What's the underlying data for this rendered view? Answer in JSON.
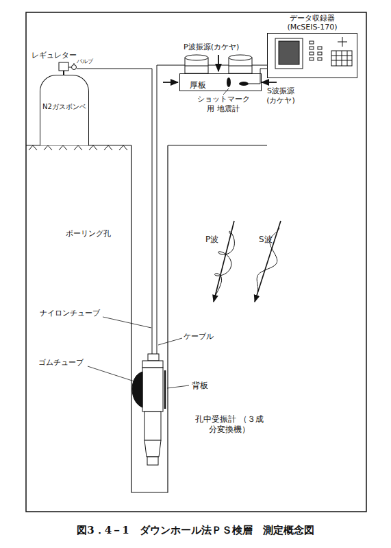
{
  "diagram": {
    "caption": "図3．4－1　ダウンホール法ＰＳ検層　測定概念図",
    "nodes": [
      {
        "text": [
          "データ収録器 (McSEIS-170)"
        ]
      },
      {
        "text": [
          "厚板"
        ]
      },
      {
        "text": [
          "N2ガスボンベ"
        ]
      }
    ],
    "labels": [
      "レギュレター",
      "バルブ",
      "P波振源(カケヤ)",
      "S波振源 (カケヤ)",
      "ショットマーク用 地震計",
      "P波",
      "S波",
      "ボーリング孔",
      "ナイロンチューブ",
      "ケーブル",
      "ゴムチューブ",
      "背板",
      "孔中受振計 （３成分変換機）"
    ]
  }
}
